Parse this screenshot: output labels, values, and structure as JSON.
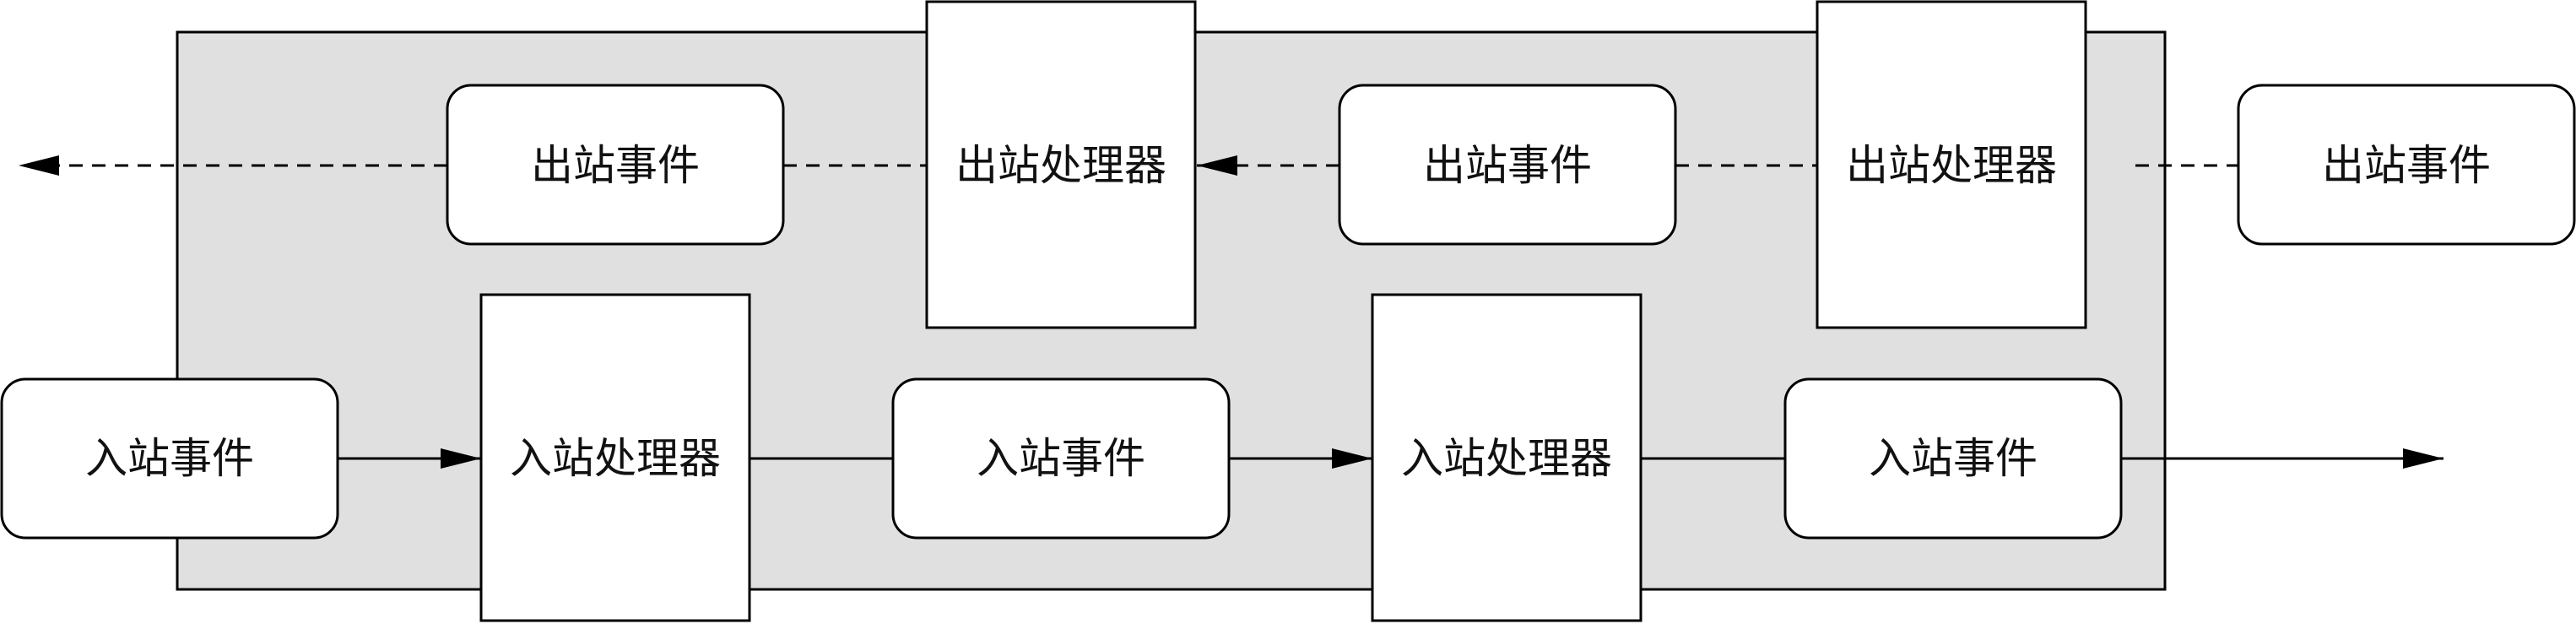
{
  "diagram": {
    "outbound_event_label": "出站事件",
    "outbound_handler_label": "出站处理器",
    "inbound_event_label": "入站事件",
    "inbound_handler_label": "入站处理器",
    "colors": {
      "pipeline_fill": "#e0e0e0",
      "box_fill": "#ffffff",
      "stroke": "#000000"
    }
  }
}
